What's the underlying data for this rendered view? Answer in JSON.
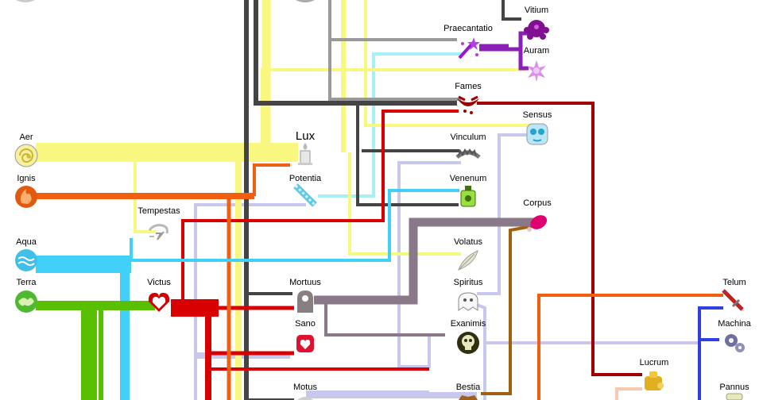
{
  "diagram": {
    "aspects": {
      "vitium": {
        "label": "Vitium",
        "color": "#800080",
        "icon": "tentacle-blob-icon"
      },
      "praecantatio": {
        "label": "Praecantatio",
        "color": "#9b16d0",
        "icon": "magic-wand-icon"
      },
      "auram": {
        "label": "Auram",
        "color": "#d58ce6",
        "icon": "aura-star-icon"
      },
      "fames": {
        "label": "Fames",
        "color": "#a00000",
        "icon": "hungry-mouth-icon"
      },
      "sensus": {
        "label": "Sensus",
        "color": "#3ab4e0",
        "icon": "eye-face-icon"
      },
      "aer": {
        "label": "Aer",
        "color": "#f4f075",
        "icon": "swirl-icon"
      },
      "lux": {
        "label": "Lux",
        "color": "#f8f080",
        "icon": "candle-icon"
      },
      "vinculum": {
        "label": "Vinculum",
        "color": "#777777",
        "icon": "trap-icon"
      },
      "ignis": {
        "label": "Ignis",
        "color": "#f06010",
        "icon": "flame-icon"
      },
      "potentia": {
        "label": "Potentia",
        "color": "#80e0f0",
        "icon": "energy-crystal-icon"
      },
      "venenum": {
        "label": "Venenum",
        "color": "#40c820",
        "icon": "poison-bottle-icon"
      },
      "corpus": {
        "label": "Corpus",
        "color": "#e00070",
        "icon": "meat-icon"
      },
      "tempestas": {
        "label": "Tempestas",
        "color": "#e8e8e8",
        "icon": "storm-icon"
      },
      "aqua": {
        "label": "Aqua",
        "color": "#40c8f0",
        "icon": "waves-icon"
      },
      "volatus": {
        "label": "Volatus",
        "color": "#e0e0d0",
        "icon": "feather-icon"
      },
      "terra": {
        "label": "Terra",
        "color": "#50b820",
        "icon": "earth-icon"
      },
      "victus": {
        "label": "Victus",
        "color": "#d00000",
        "icon": "heart-icon"
      },
      "mortuus": {
        "label": "Mortuus",
        "color": "#887080",
        "icon": "tombstone-icon"
      },
      "spiritus": {
        "label": "Spiritus",
        "color": "#f0f0f0",
        "icon": "ghost-icon"
      },
      "telum": {
        "label": "Telum",
        "color": "#c02020",
        "icon": "sword-icon"
      },
      "sano": {
        "label": "Sano",
        "color": "#e01040",
        "icon": "healing-heart-icon"
      },
      "exanimis": {
        "label": "Exanimis",
        "color": "#404000",
        "icon": "skull-icon"
      },
      "machina": {
        "label": "Machina",
        "color": "#8080a0",
        "icon": "gears-icon"
      },
      "lucrum": {
        "label": "Lucrum",
        "color": "#e0b020",
        "icon": "gold-coins-icon"
      },
      "motus": {
        "label": "Motus",
        "color": "#cccccc",
        "icon": "motion-icon"
      },
      "bestia": {
        "label": "Bestia",
        "color": "#a06020",
        "icon": "beast-icon"
      },
      "pannus": {
        "label": "Pannus",
        "color": "#e0e0b0",
        "icon": "cloth-icon"
      }
    }
  }
}
